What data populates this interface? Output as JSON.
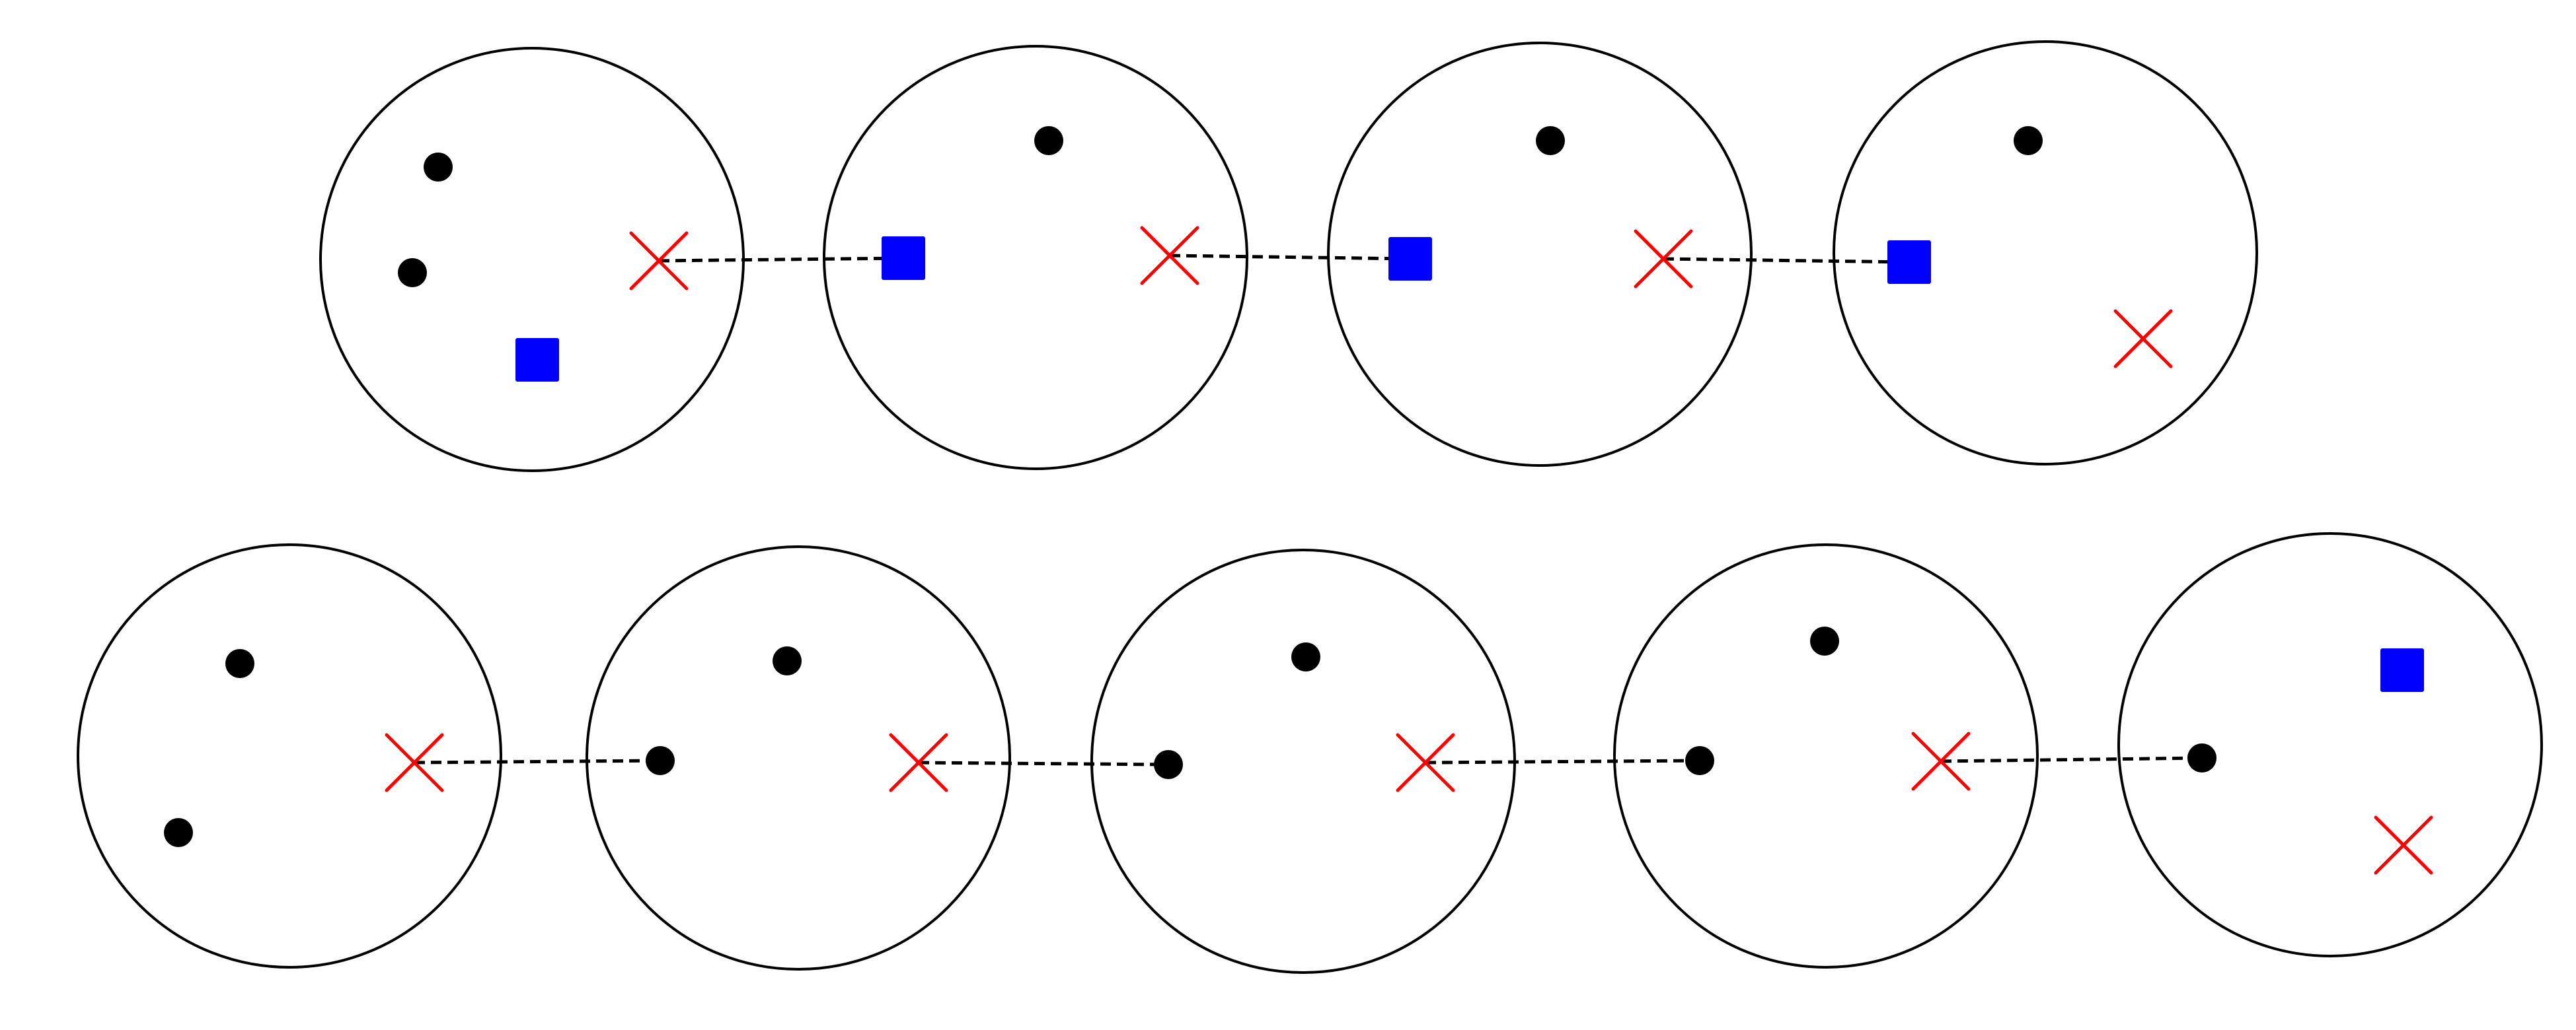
{
  "diagram": {
    "colors": {
      "circle_stroke": "#000000",
      "dot": "#000000",
      "square": "#0000ff",
      "cross": "#ff0000",
      "connector": "#000000",
      "background": "#ffffff"
    },
    "marker_kinds": [
      "dot",
      "square",
      "cross"
    ],
    "rows": [
      {
        "id": "top-row",
        "circles": [
          {
            "markers": [
              "dot",
              "dot",
              "square",
              "cross"
            ]
          },
          {
            "markers": [
              "dot",
              "square",
              "cross"
            ]
          },
          {
            "markers": [
              "dot",
              "square",
              "cross"
            ]
          },
          {
            "markers": [
              "dot",
              "square",
              "cross"
            ]
          }
        ],
        "connections": [
          {
            "from_circle": 1,
            "from_marker": "cross",
            "to_circle": 2,
            "to_marker": "square"
          },
          {
            "from_circle": 2,
            "from_marker": "cross",
            "to_circle": 3,
            "to_marker": "square"
          },
          {
            "from_circle": 3,
            "from_marker": "cross",
            "to_circle": 4,
            "to_marker": "square"
          }
        ]
      },
      {
        "id": "bottom-row",
        "circles": [
          {
            "markers": [
              "dot",
              "dot",
              "cross"
            ]
          },
          {
            "markers": [
              "dot",
              "dot",
              "cross"
            ]
          },
          {
            "markers": [
              "dot",
              "dot",
              "cross"
            ]
          },
          {
            "markers": [
              "dot",
              "dot",
              "cross"
            ]
          },
          {
            "markers": [
              "dot",
              "square",
              "cross"
            ]
          }
        ],
        "connections": [
          {
            "from_circle": 1,
            "from_marker": "cross",
            "to_circle": 2,
            "to_marker": "dot"
          },
          {
            "from_circle": 2,
            "from_marker": "cross",
            "to_circle": 3,
            "to_marker": "dot"
          },
          {
            "from_circle": 3,
            "from_marker": "cross",
            "to_circle": 4,
            "to_marker": "dot"
          },
          {
            "from_circle": 4,
            "from_marker": "cross",
            "to_circle": 5,
            "to_marker": "dot"
          }
        ]
      }
    ]
  }
}
